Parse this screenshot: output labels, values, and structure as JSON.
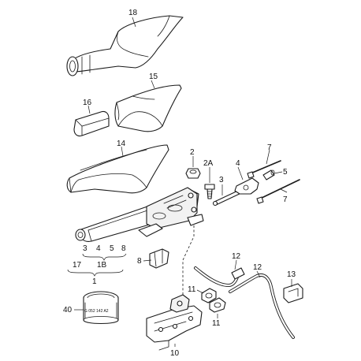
{
  "labels": {
    "p18": "18",
    "p15": "15",
    "p16": "16",
    "p14": "14",
    "p2": "2",
    "p2a": "2A",
    "p3a": "3",
    "p4a": "4",
    "p7a": "7",
    "p5": "5",
    "p7b": "7",
    "p17": "17",
    "p3b": "3",
    "p4b": "4",
    "p5b": "5",
    "p8a": "8",
    "p1b": "1B",
    "p8b": "8",
    "p1": "1",
    "p12a": "12",
    "p12b": "12",
    "p13": "13",
    "p11a": "11",
    "p11b": "11",
    "p40": "40",
    "p10": "10"
  },
  "stamp": "G 052 142 A2"
}
